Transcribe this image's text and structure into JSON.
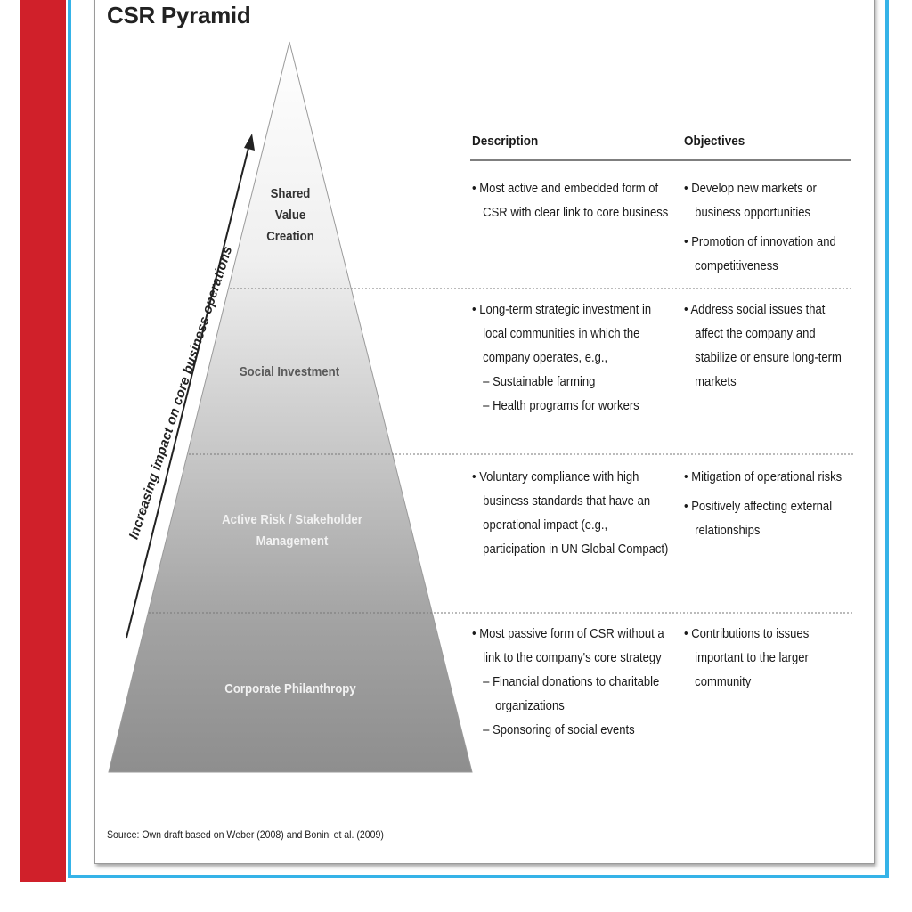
{
  "title": "CSR Pyramid",
  "arrow_label": "Increasing impact on core business operations",
  "columns": {
    "description": "Description",
    "objectives": "Objectives"
  },
  "tiers": [
    {
      "label_lines": [
        "Shared",
        "Value",
        "Creation"
      ],
      "description": [
        {
          "type": "bullet",
          "text": "Most active and embedded form of CSR with clear link to core business"
        }
      ],
      "objectives": [
        {
          "type": "bullet",
          "text": "Develop new markets or business opportunities"
        },
        {
          "type": "bullet",
          "text": "Promotion of innovation and competitiveness"
        }
      ]
    },
    {
      "label_lines": [
        "Social Investment"
      ],
      "description": [
        {
          "type": "bullet",
          "text": "Long-term strategic investment in local communities in which the company operates, e.g.,"
        },
        {
          "type": "dash",
          "text": "Sustainable farming"
        },
        {
          "type": "dash",
          "text": "Health programs for workers"
        }
      ],
      "objectives": [
        {
          "type": "bullet",
          "text": "Address social issues that affect the company and stabilize or ensure long-term markets"
        }
      ]
    },
    {
      "label_lines": [
        "Active Risk / Stakeholder",
        "Management"
      ],
      "description": [
        {
          "type": "bullet",
          "text": "Voluntary compliance with high business standards that have an operational impact (e.g., participation in UN Global Compact)"
        }
      ],
      "objectives": [
        {
          "type": "bullet",
          "text": "Mitigation of operational risks"
        },
        {
          "type": "bullet",
          "text": "Positively affecting external relationships"
        }
      ]
    },
    {
      "label_lines": [
        "Corporate Philanthropy"
      ],
      "description": [
        {
          "type": "bullet",
          "text": "Most passive form of CSR without a link to the company's core strategy"
        },
        {
          "type": "dash",
          "text": "Financial donations to charitable organizations"
        },
        {
          "type": "dash",
          "text": "Sponsoring of social events"
        }
      ],
      "objectives": [
        {
          "type": "bullet",
          "text": "Contributions to issues important to the larger community"
        }
      ]
    }
  ],
  "source": "Source: Own draft based on Weber (2008) and Bonini et al. (2009)",
  "colors": {
    "accent_red": "#d0202a",
    "frame_blue": "#35b3e8"
  }
}
